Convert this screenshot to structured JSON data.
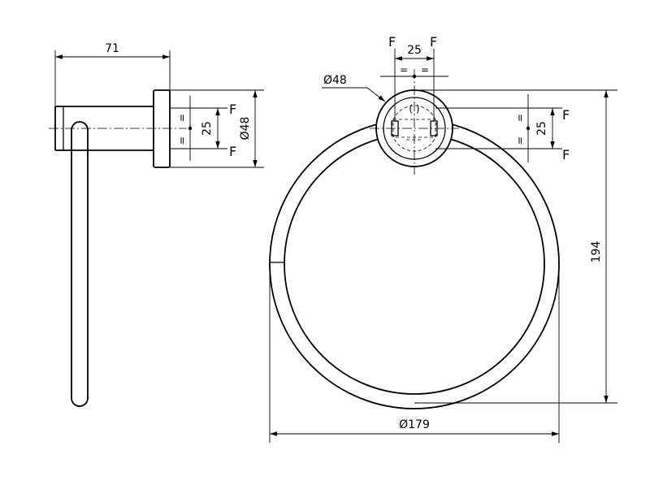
{
  "labels": {
    "side_width": "71",
    "side_screw_spacing": "25",
    "side_diameter": "Ø48",
    "side_fix_top": "F",
    "side_fix_bottom": "F",
    "side_eq_top": "=",
    "side_eq_bottom": "=",
    "front_screw_spacing": "25",
    "front_fix_left": "F",
    "front_fix_right": "F",
    "front_eq_left": "=",
    "front_eq_right": "=",
    "front_rose_diameter": "Ø48",
    "front_v_spacing": "25",
    "front_v_fix_top": "F",
    "front_v_fix_bottom": "F",
    "front_v_eq_top": "=",
    "front_v_eq_bottom": "=",
    "front_height": "194",
    "ring_diameter": "Ø179"
  }
}
